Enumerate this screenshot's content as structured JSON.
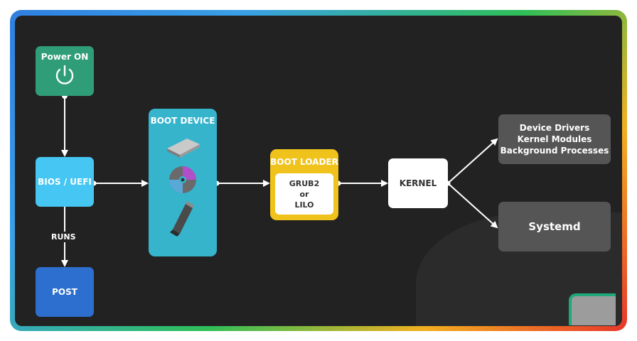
{
  "nodes": {
    "power": "Power ON",
    "bios": "BIOS / UEFI",
    "post": "POST",
    "boot_device": "BOOT DEVICE",
    "boot_loader": "BOOT LOADER",
    "boot_loader_options": [
      "GRUB2",
      "or",
      "LILO"
    ],
    "kernel": "KERNEL",
    "services": [
      "Device Drivers",
      "Kernel Modules",
      "Background Processes"
    ],
    "systemd": "Systemd"
  },
  "edges": {
    "runs": "RUNS"
  },
  "icons": {
    "power": "power-icon",
    "boot_device": [
      "hard-drive-icon",
      "optical-disc-icon",
      "usb-stick-icon"
    ]
  },
  "colors": {
    "background": "#222223",
    "power": "#2f9e78",
    "bios": "#46c6f2",
    "post": "#2d6fcf",
    "boot_device": "#36b4cc",
    "boot_loader": "#f0c21c",
    "kernel": "#ffffff",
    "services": "#555556"
  }
}
